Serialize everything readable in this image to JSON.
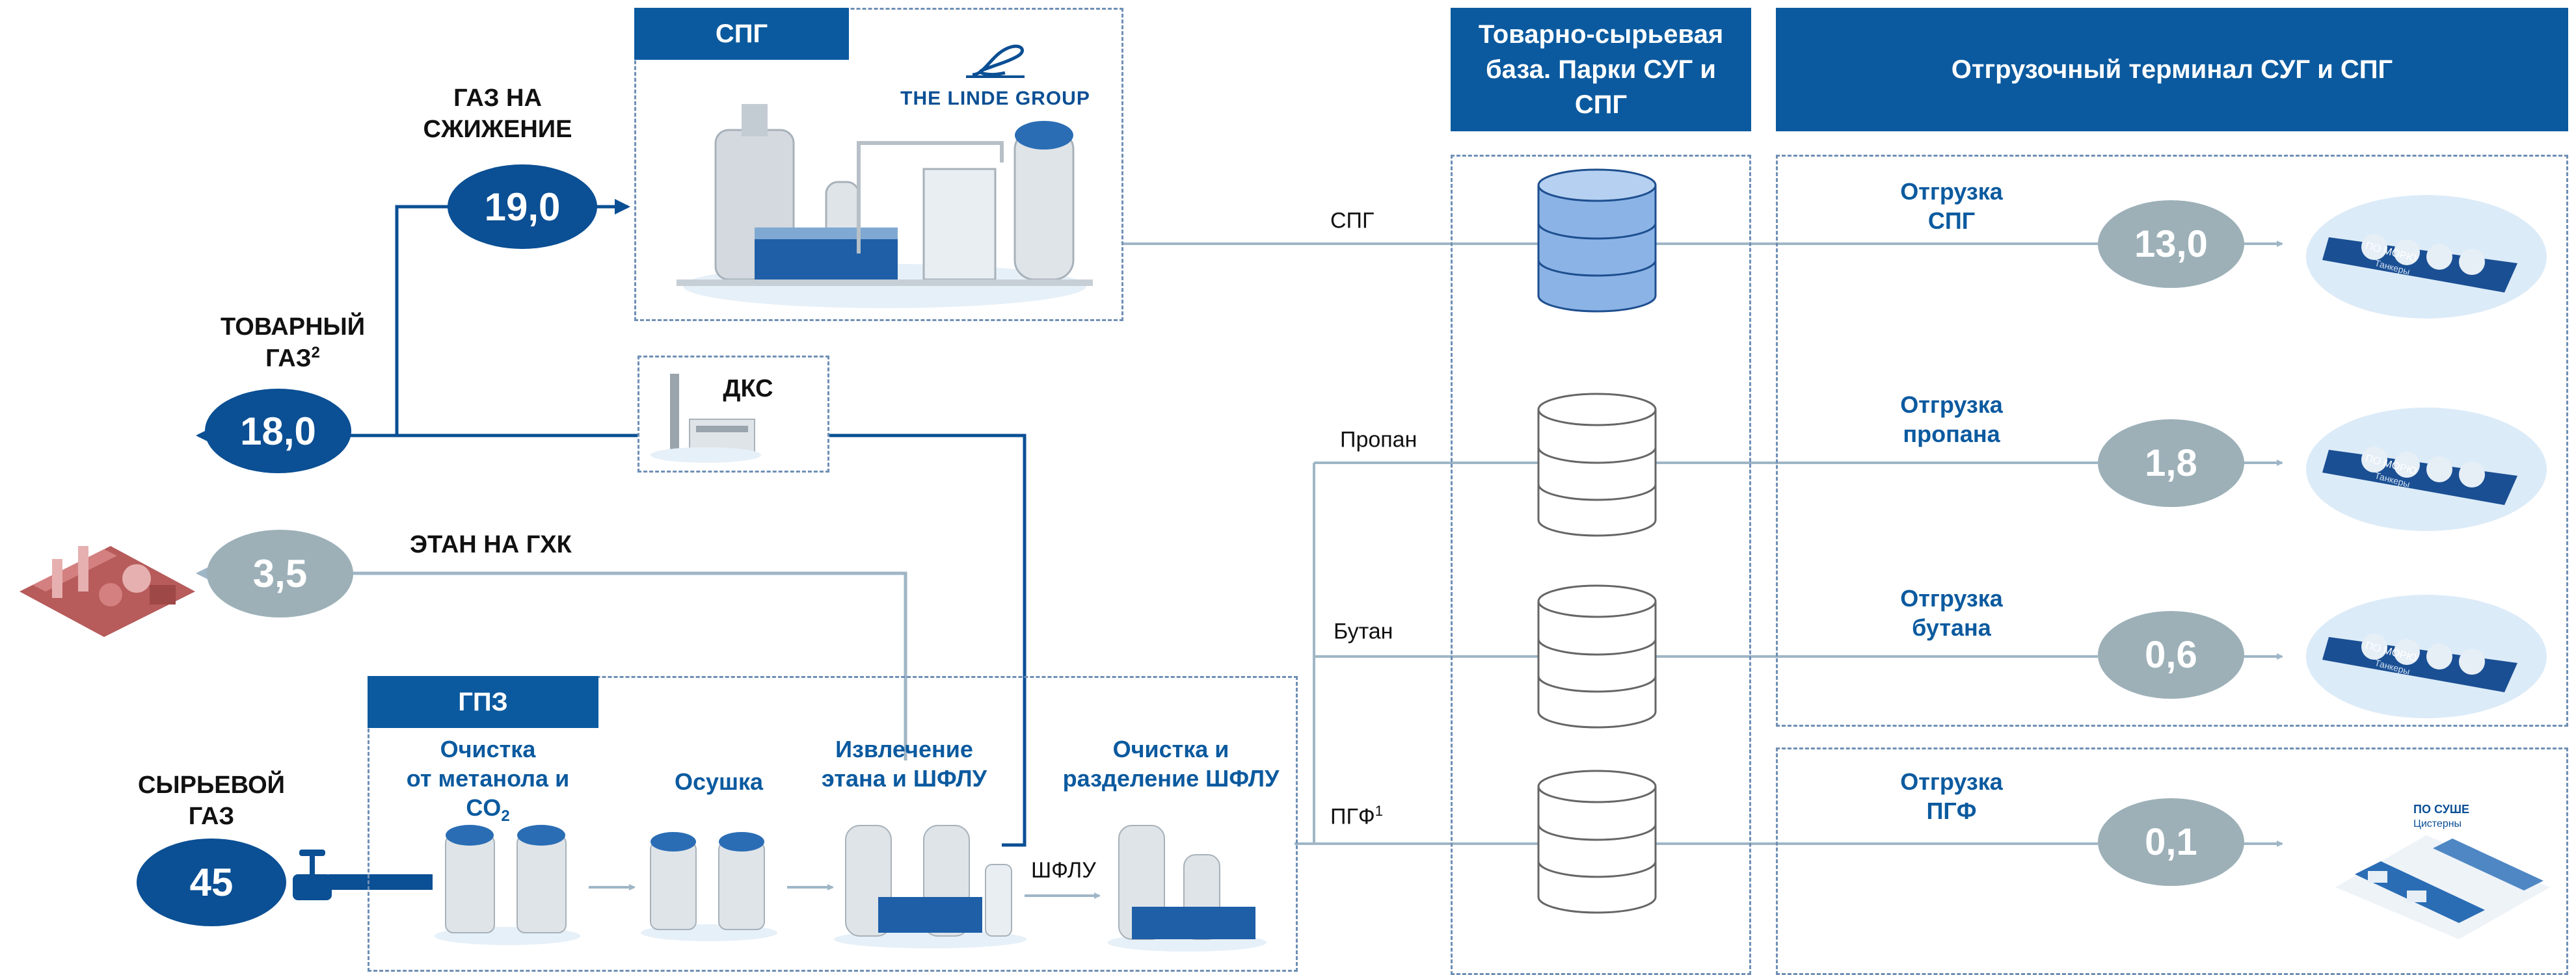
{
  "plant_boxes": {
    "lng_tab": "СПГ",
    "linde_logo_text": "THE LINDE GROUP",
    "dks_label": "ДКС",
    "gpz_tab": "ГПЗ"
  },
  "storage_header": "Товарно-сырьевая база. Парки СУГ и СПГ",
  "terminal_header": "Отгрузочный терминал СУГ и СПГ",
  "flows": {
    "liquefaction": {
      "label": "ГАЗ НА СЖИЖЕНИЕ",
      "value": "19,0"
    },
    "commercial_gas": {
      "label_main": "ТОВАРНЫЙ ГАЗ",
      "label_sup": "2",
      "value": "18,0"
    },
    "ethane": {
      "label": "ЭТАН НА ГХК",
      "value": "3,5"
    },
    "raw_gas": {
      "label": "СЫРЬЕВОЙ ГАЗ",
      "value": "45"
    }
  },
  "process_steps": {
    "step1_line1": "Очистка",
    "step1_line2_pre": "от метанола и CO",
    "step1_sub": "2",
    "step2": "Осушка",
    "step3_line1": "Извлечение",
    "step3_line2": "этана и ШФЛУ",
    "step4_line1": "Очистка и",
    "step4_line2": "разделение ШФЛУ",
    "shflu_arrow_label": "ШФЛУ"
  },
  "products": [
    {
      "name": "СПГ",
      "name_sup": "",
      "ship_line1": "Отгрузка",
      "ship_line2": "СПГ",
      "value": "13,0",
      "transport_label": "ПО МОРЮ",
      "transport_sub": "Танкеры"
    },
    {
      "name": "Пропан",
      "name_sup": "",
      "ship_line1": "Отгрузка",
      "ship_line2": "пропана",
      "value": "1,8",
      "transport_label": "ПО МОРЮ",
      "transport_sub": "Танкеры"
    },
    {
      "name": "Бутан",
      "name_sup": "",
      "ship_line1": "Отгрузка",
      "ship_line2": "бутана",
      "value": "0,6",
      "transport_label": "ПО МОРЮ",
      "transport_sub": "Танкеры"
    },
    {
      "name": "ПГФ",
      "name_sup": "1",
      "ship_line1": "Отгрузка",
      "ship_line2": "ПГФ",
      "value": "0,1",
      "transport_label": "ПО СУШЕ",
      "transport_sub": "Цистерны"
    }
  ],
  "colors": {
    "dark_blue": "#0b4f94",
    "tab_blue": "#0b5a9f",
    "grey_oval": "#9db0b8",
    "flow_line": "#9fb6c6",
    "dashed_border": "#6f8fb5"
  }
}
